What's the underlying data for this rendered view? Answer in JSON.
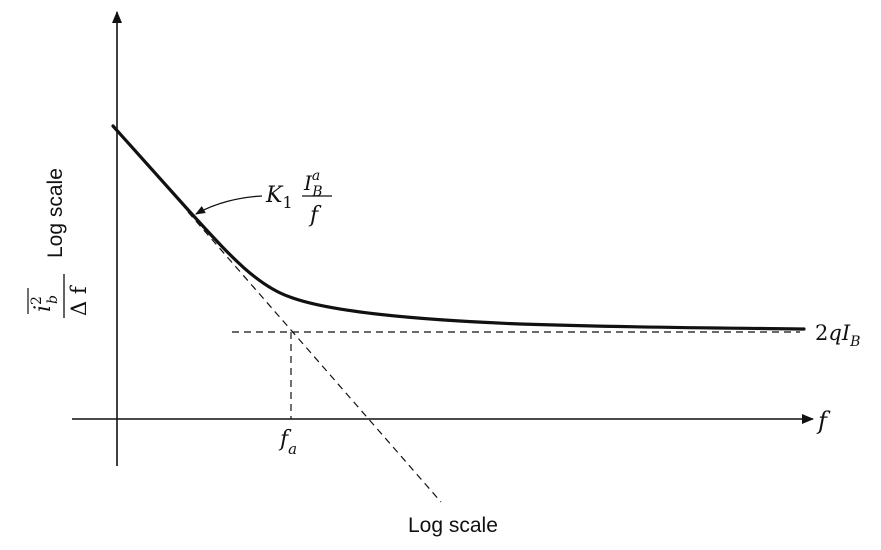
{
  "y_axis_label": {
    "numerator_base": "i",
    "numerator_sup": "2",
    "numerator_sub": "b",
    "denominator": "Δ f",
    "scale_note": "Log scale"
  },
  "x_axis_label": {
    "variable": "f",
    "scale_note": "Log scale"
  },
  "corner_frequency_label": {
    "base": "f",
    "sub": "a"
  },
  "flicker_annotation": {
    "coefficient": "K",
    "coefficient_sub": "1",
    "numerator": "I",
    "numerator_sup": "a",
    "numerator_sub": "B",
    "denominator": "f"
  },
  "shot_noise_label": {
    "prefix": "2",
    "q": "q",
    "I": "I",
    "I_sub": "B"
  },
  "colors": {
    "ink": "#111111",
    "background": "#ffffff"
  }
}
